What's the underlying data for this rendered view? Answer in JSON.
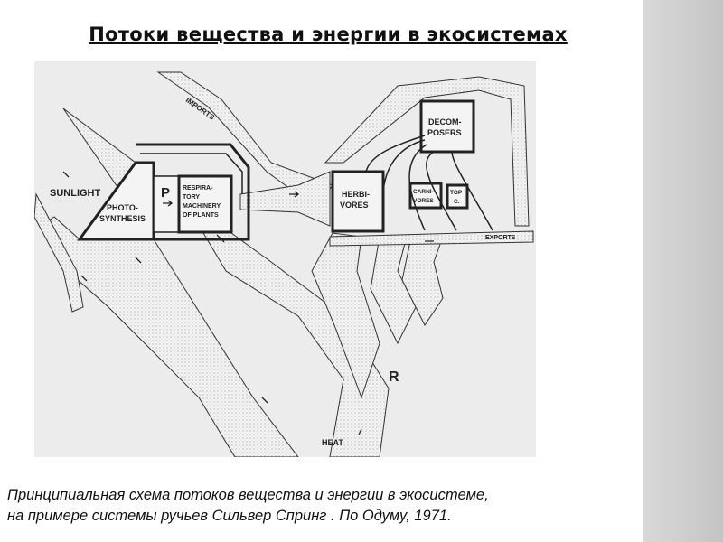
{
  "slide": {
    "title": "Потоки вещества и энергии в экосистемах",
    "caption_line1": "Принципиальная схема потоков вещества и энергии в экосистеме,",
    "caption_line2": "на примере системы ручьев Сильвер Спринг . По Одуму, 1971."
  },
  "diagram": {
    "sunlight": "SUNLIGHT",
    "imports": "IMPORTS",
    "photo1": "PHOTO-",
    "photo2": "SYNTHESIS",
    "p": "P",
    "resp1": "RESPIRA-",
    "resp2": "TORY",
    "resp3": "MACHINERY",
    "resp4": "OF PLANTS",
    "herb1": "HERBI-",
    "herb2": "VORES",
    "carn1": "CARNI-",
    "carn2": "VORES",
    "top1": "TOP",
    "top2": "C.",
    "decomp1": "DECOM-",
    "decomp2": "POSERS",
    "exports": "EXPORTS",
    "r": "R",
    "heat": "HEAT"
  }
}
